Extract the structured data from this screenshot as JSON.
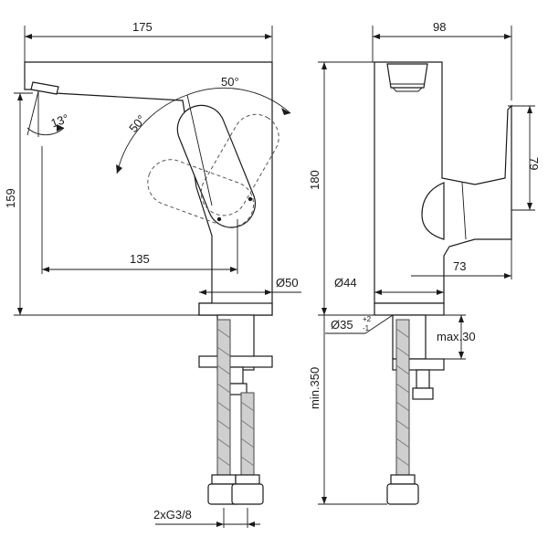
{
  "dimensions": {
    "front_width": "175",
    "side_depth": "98",
    "spout_angle_13": "13°",
    "swing_left": "50°",
    "swing_right": "50°",
    "height_159": "159",
    "reach_135": "135",
    "base_dia_50": "Ø50",
    "height_180": "180",
    "handle_79": "79",
    "base_dia_44": "Ø44",
    "lever_73": "73",
    "hole_dia_35": "Ø35",
    "hole_tol_plus": "+2",
    "hole_tol_minus": "-1",
    "max_thickness": "max.30",
    "min_350": "min.350",
    "connector": "2xG3/8"
  },
  "colors": {
    "line": "#1a1a1a",
    "hose": "#cfcfcf"
  }
}
